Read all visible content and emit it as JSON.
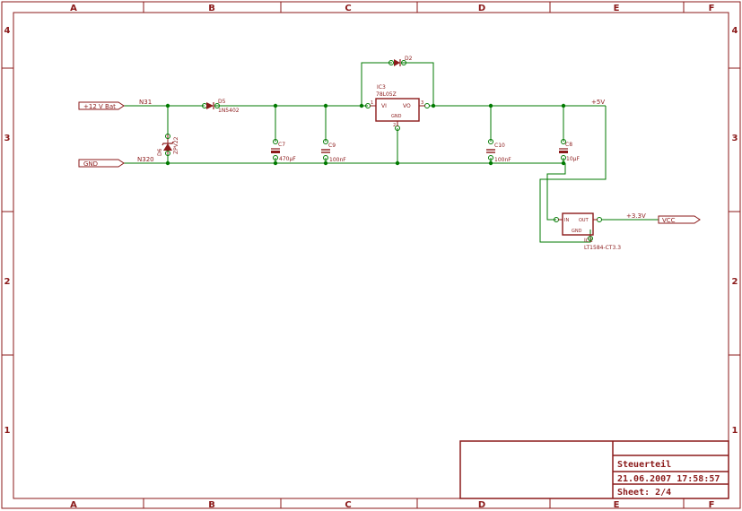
{
  "frame": {
    "col_labels": [
      "A",
      "B",
      "C",
      "D",
      "E",
      "F"
    ],
    "row_labels": [
      "4",
      "3",
      "2",
      "1"
    ]
  },
  "colors": {
    "line": "#8b1a1a",
    "wire": "#007a00",
    "background": "#ffffff"
  },
  "nets": {
    "in_plus": "+12 V Bat",
    "in_gnd": "GND",
    "n31": "N31",
    "n320": "N320",
    "plus5": "+5V",
    "plus33": "+3.3V",
    "vcc": "VCC"
  },
  "parts": {
    "d6": {
      "name": "D6",
      "value": "ZPV22"
    },
    "d5": {
      "name": "D5",
      "value": "1N5402"
    },
    "d2": {
      "name": "D2"
    },
    "c7": {
      "name": "C7",
      "value": "470µF"
    },
    "c9": {
      "name": "C9",
      "value": "100nF"
    },
    "c10": {
      "name": "C10",
      "value": "100nF"
    },
    "c8": {
      "name": "C8",
      "value": "10µF"
    },
    "ic3": {
      "name": "IC3",
      "value": "78L05Z",
      "pin_vi": "VI",
      "pin_vo": "VO",
      "pin_gnd": "GND",
      "pin1": "1",
      "pin3": "3",
      "pin2": "2"
    },
    "ic1": {
      "name": "IC1",
      "value": "LT1584-CT3.3",
      "pin_in": "IN",
      "pin_out": "OUT",
      "pin_gnd": "GND"
    }
  },
  "title_block": {
    "title": "Steuerteil",
    "datetime": "21.06.2007  17:58:57",
    "sheet": "Sheet: 2/4"
  }
}
